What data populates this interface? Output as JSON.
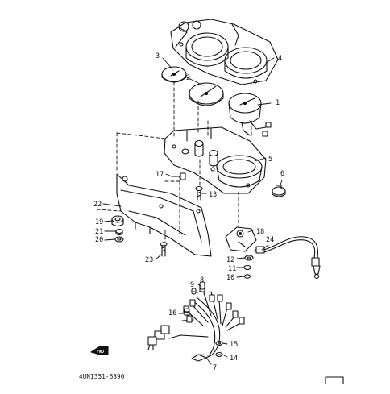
{
  "diagram": {
    "code": "4UNI351-6390",
    "fwd_badge": "FWD",
    "callouts": [
      "1",
      "2",
      "3",
      "4",
      "5",
      "6",
      "7",
      "8",
      "9",
      "10",
      "11",
      "12",
      "13",
      "14",
      "15",
      "16",
      "17",
      "18",
      "19",
      "20",
      "21",
      "22",
      "23",
      "24"
    ],
    "palette": {
      "ink": "#111111",
      "paper": "#ffffff"
    }
  }
}
